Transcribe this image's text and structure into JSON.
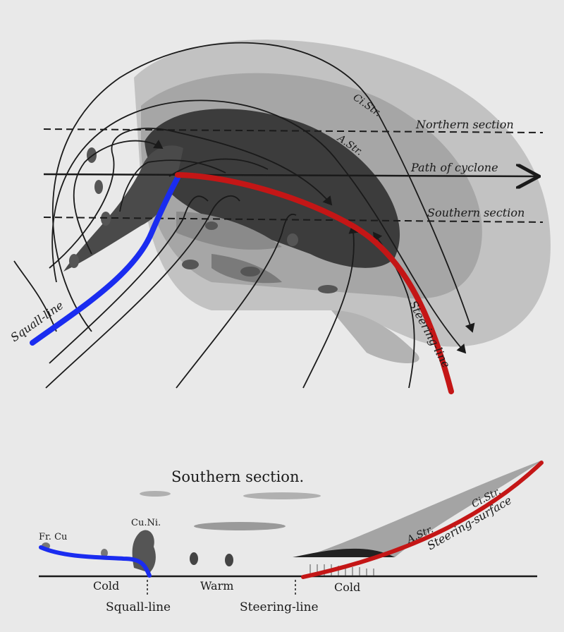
{
  "top_diagram": {
    "labels": {
      "ci_str": "Ci.Str.",
      "a_str": "A.Str.",
      "northern_section": "Northern section",
      "path_of_cyclone": "Path of cyclone",
      "southern_section": "Southern section",
      "squall_line": "Squall-line",
      "steering_line": "Steering-line"
    }
  },
  "bottom_diagram": {
    "title": "Southern section.",
    "labels": {
      "fr_cu": "Fr. Cu",
      "cu_ni": "Cu.Ni.",
      "a_str": "A.Str.",
      "ci_str": "Ci.Str.",
      "steering_surface": "Steering-surface",
      "cold_left": "Cold",
      "warm": "Warm",
      "cold_right": "Cold",
      "squall_line": "Squall-line",
      "steering_line": "Steering-line"
    }
  },
  "colors": {
    "squall_highlight": "#1a2cf0",
    "steering_highlight": "#c41616",
    "background": "#e9e9e9",
    "ink": "#1a1a1a"
  }
}
